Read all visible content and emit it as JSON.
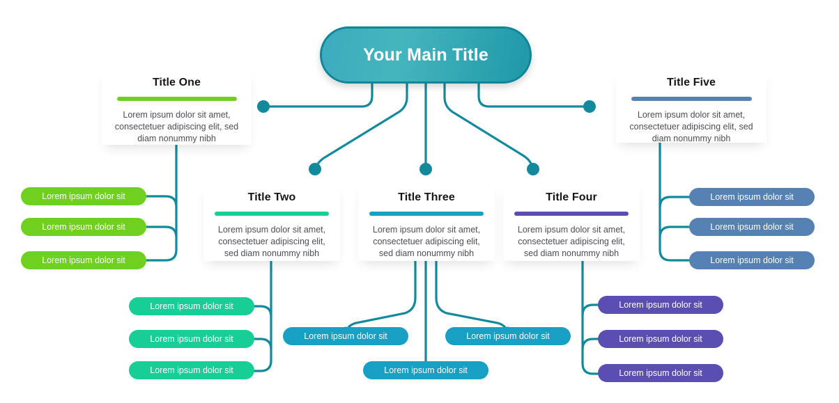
{
  "diagram": {
    "type": "mind-map",
    "title": "Your Main Title",
    "body_text": "Lorem ipsum dolor sit amet, consectetuer adipiscing elit, sed diam nonummy nibh",
    "pill_text": "Lorem ipsum dolor sit",
    "connector_color": "#128a9c",
    "branches": [
      {
        "id": "one",
        "title": "Title One",
        "accent": "#6FD01E",
        "body": "Lorem ipsum dolor sit amet, consectetuer adipiscing elit, sed diam nonummy nibh",
        "pills": [
          {
            "label": "Lorem ipsum dolor sit"
          },
          {
            "label": "Lorem ipsum dolor sit"
          },
          {
            "label": "Lorem ipsum dolor sit"
          }
        ]
      },
      {
        "id": "two",
        "title": "Title Two",
        "accent": "#17CE96",
        "body": "Lorem ipsum dolor sit amet, consectetuer adipiscing elit, sed diam nonummy nibh",
        "pills": [
          {
            "label": "Lorem ipsum dolor sit"
          },
          {
            "label": "Lorem ipsum dolor sit"
          },
          {
            "label": "Lorem ipsum dolor sit"
          }
        ]
      },
      {
        "id": "three",
        "title": "Title Three",
        "accent": "#179FC4",
        "body": "Lorem ipsum dolor sit amet, consectetuer adipiscing elit, sed diam nonummy nibh",
        "pills": [
          {
            "label": "Lorem ipsum dolor sit"
          },
          {
            "label": "Lorem ipsum dolor sit"
          },
          {
            "label": "Lorem ipsum dolor sit"
          }
        ]
      },
      {
        "id": "four",
        "title": "Title Four",
        "accent": "#5A4FB0",
        "body": "Lorem ipsum dolor sit amet, consectetuer adipiscing elit, sed diam nonummy nibh",
        "pills": [
          {
            "label": "Lorem ipsum dolor sit"
          },
          {
            "label": "Lorem ipsum dolor sit"
          },
          {
            "label": "Lorem ipsum dolor sit"
          }
        ]
      },
      {
        "id": "five",
        "title": "Title Five",
        "accent": "#5681B3",
        "body": "Lorem ipsum dolor sit amet, consectetuer adipiscing elit, sed diam nonummy nibh",
        "pills": [
          {
            "label": "Lorem ipsum dolor sit"
          },
          {
            "label": "Lorem ipsum dolor sit"
          },
          {
            "label": "Lorem ipsum dolor sit"
          }
        ]
      }
    ]
  }
}
